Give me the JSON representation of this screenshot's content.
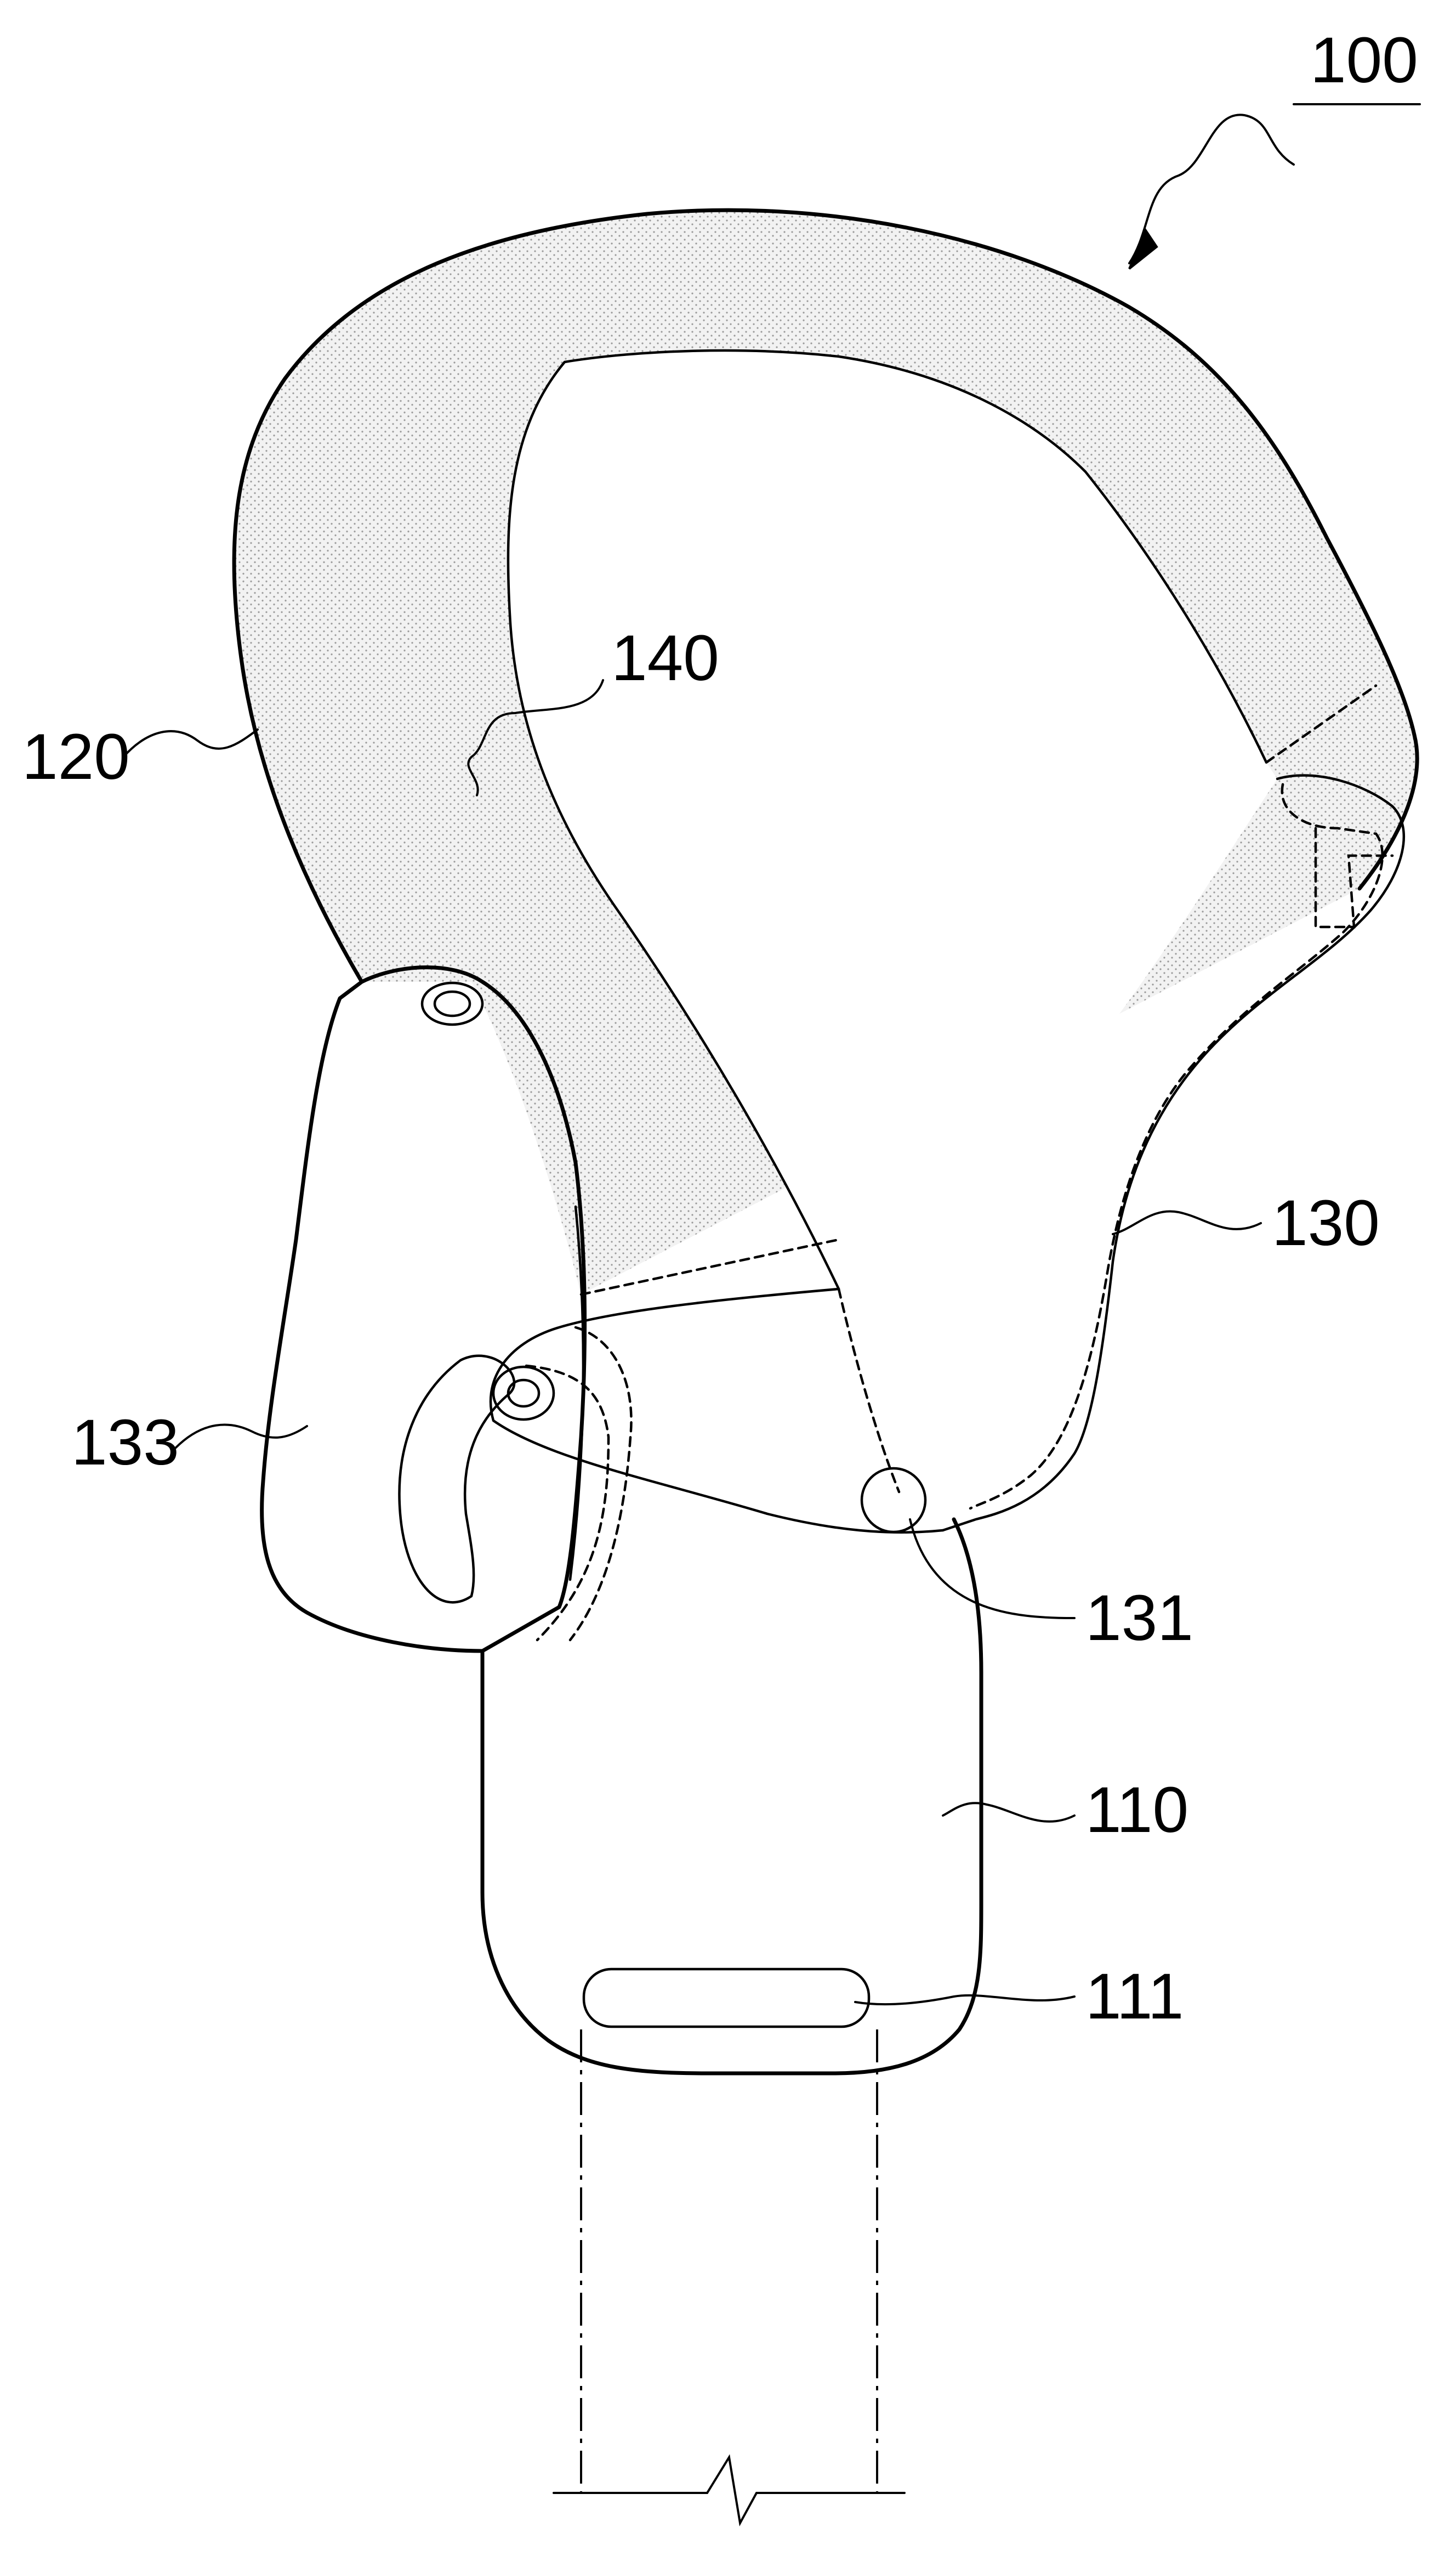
{
  "figure": {
    "labels": {
      "assembly": "100",
      "body": "110",
      "slot": "111",
      "hook": "120",
      "gate": "130",
      "pivot": "131",
      "lever": "133",
      "coating": "140"
    }
  },
  "colors": {
    "line": "#000000",
    "coating_fill": "#ececec",
    "background": "#ffffff"
  }
}
